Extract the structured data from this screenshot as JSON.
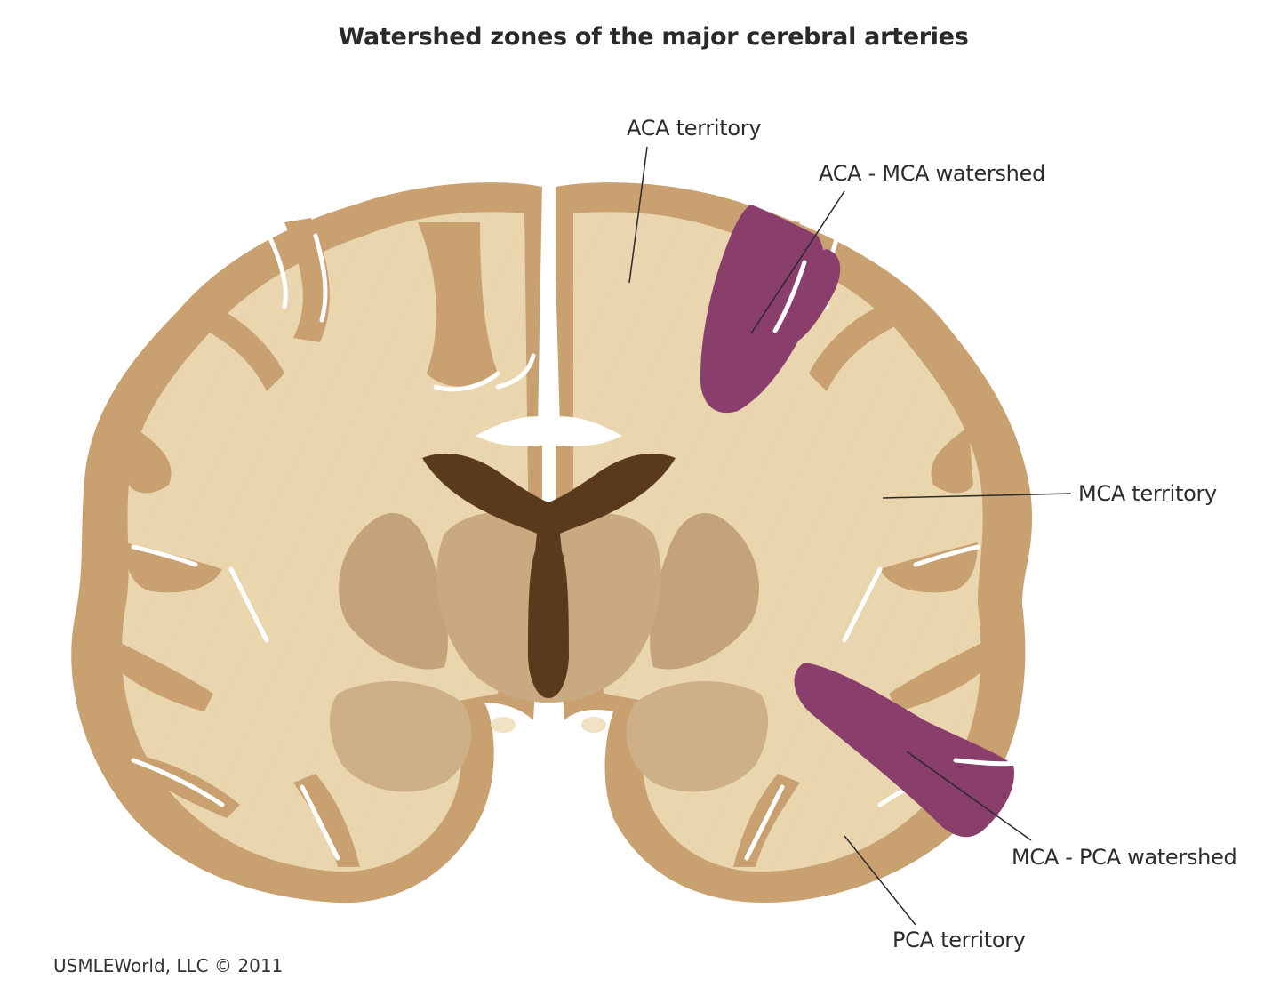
{
  "title": "Watershed zones of the major cerebral arteries",
  "labels": {
    "aca_territory": "ACA territory",
    "aca_mca_watershed": "ACA - MCA watershed",
    "mca_territory": "MCA territory",
    "mca_pca_watershed": "MCA - PCA watershed",
    "pca_territory": "PCA territory"
  },
  "copyright": "USMLEWorld, LLC © 2011",
  "colors": {
    "cortex": "#c9a171",
    "white_matter": "#ead6ae",
    "deep_nuclei": "#c4a37a",
    "ventricle": "#5a3a1c",
    "watershed": "#8a3e6c",
    "leader_line": "#2a2a2a"
  }
}
